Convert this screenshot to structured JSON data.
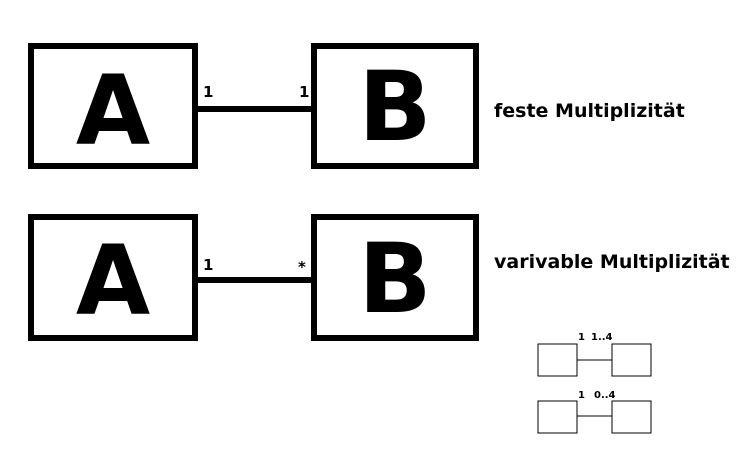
{
  "row1": {
    "box_a": "A",
    "box_b": "B",
    "mult_left": "1",
    "mult_right": "1",
    "caption": "feste Multiplizität"
  },
  "row2": {
    "box_a": "A",
    "box_b": "B",
    "mult_left": "1",
    "mult_right": "*",
    "caption": "varivable Multiplizität"
  },
  "mini1": {
    "mult_left": "1",
    "mult_right": "1..4"
  },
  "mini2": {
    "mult_left": "1",
    "mult_right": "0..4"
  },
  "colors": {
    "ink": "#000000",
    "background": "#ffffff"
  }
}
